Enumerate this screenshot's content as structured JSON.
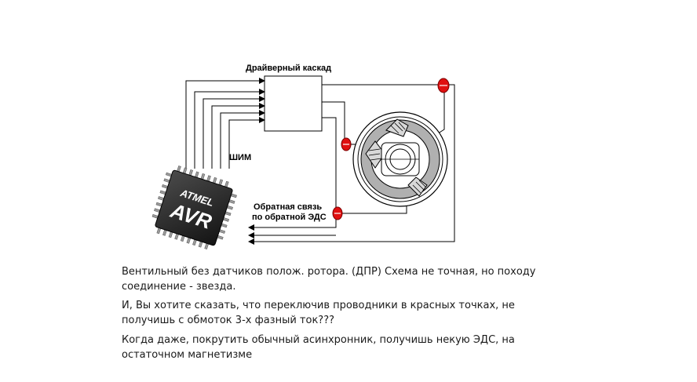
{
  "diagram": {
    "driver_label": "Драйверный каскад",
    "pwm_label": "ШИМ",
    "feedback_line1": "Обратная связь",
    "feedback_line2": "по обратной ЭДС",
    "chip_brand": "ATMEL",
    "chip_model": "AVR",
    "red_points": 3
  },
  "captions": {
    "p1_line1": "Вентильный без датчиков полож. ротора. (ДПР) Схема не точная, но походу",
    "p1_line2": "соединение - звезда.",
    "p2_line1": "И, Вы хотите сказать, что переключив проводники в красных точках, не",
    "p2_line2": "получишь с обмоток 3-х фазный ток???",
    "p3_line1": "Когда даже, покрутить обычный асинхронник, получишь некую ЭДС, на",
    "p3_line2": "остаточном магнетизме"
  },
  "colors": {
    "wire": "#000000",
    "red_point": "#e01010",
    "motor_gray": "#b0b0b0",
    "chip_dark": "#2a2a2a"
  }
}
